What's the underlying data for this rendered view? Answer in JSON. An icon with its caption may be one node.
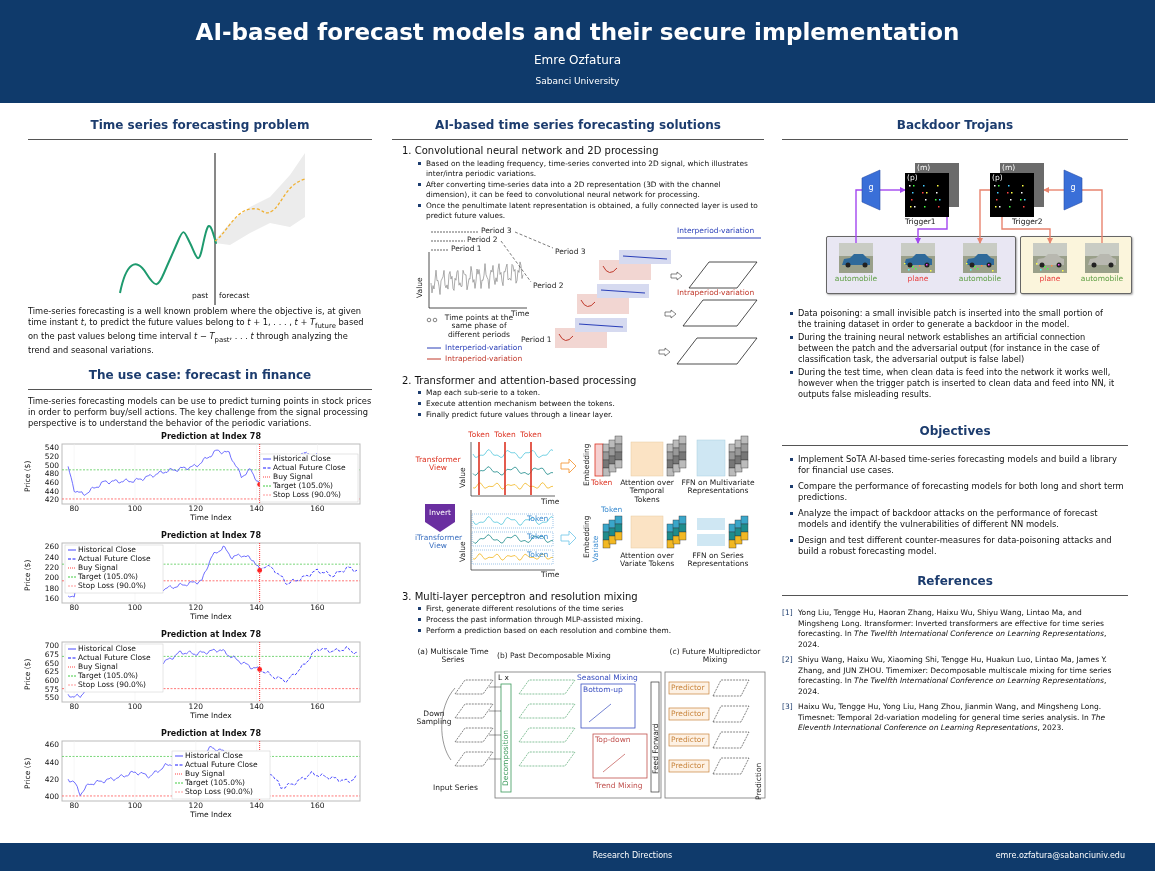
{
  "diagram": {
    "title": "AI-based forecast models and their secure implementation",
    "nodes": [
      {
        "text": [
          "g"
        ]
      },
      {
        "text": [
          "(m)",
          "(p)"
        ],
        "beside": [
          "Trigger1"
        ]
      },
      {
        "text": [
          "(m)",
          "(p)"
        ],
        "beside": [
          "Trigger2"
        ]
      },
      {
        "text": [
          "g"
        ]
      },
      {
        "text": [],
        "shape": "box"
      },
      {
        "text": [],
        "shape": "picture",
        "beside": [
          "automobile"
        ],
        "in": 4
      },
      {
        "text": [],
        "shape": "picture",
        "beside": [
          "plane"
        ],
        "in": 4
      },
      {
        "text": [],
        "shape": "picture",
        "beside": [
          "automobile"
        ],
        "in": 4
      },
      {
        "text": [],
        "shape": "box"
      },
      {
        "text": [],
        "shape": "picture",
        "beside": [
          "plane"
        ],
        "in": 8
      },
      {
        "text": [],
        "shape": "picture",
        "beside": [
          "automobile"
        ],
        "in": 8
      }
    ],
    "edges": [
      {
        "from": 5,
        "to": 0,
        "arrow": "none",
        "color": "#a347f0"
      },
      {
        "from": 0,
        "to": 1,
        "arrow": "to",
        "color": "#a347f0"
      },
      {
        "from": 1,
        "to": 6,
        "arrow": "to",
        "color": "#a347f0"
      },
      {
        "from": 2,
        "to": 7,
        "arrow": "to",
        "color": "#e8846f"
      },
      {
        "from": 2,
        "to": 9,
        "arrow": "to",
        "color": "#e8846f"
      },
      {
        "from": 10,
        "to": 3,
        "arrow": "none",
        "color": "#e8846f"
      },
      {
        "from": 3,
        "to": 2,
        "arrow": "to",
        "color": "#e8846f"
      }
    ],
    "labels": [
      "Emre Ozfatura",
      "Sabanci University",
      "Time series forecasting problem",
      "past",
      "forecast",
      "Time-series forecasting is a well known problem where the objective is, at given time instant *t*, to predict the future values belong to *t* + 1, . . . , *t* + *T*$_{future}$ based on the past values belong time interval *t* − *T*$_{past}$, . . . *t* through analyzing the trend and seasonal variations.",
      "The use case: forecast in finance",
      "Time-series forecasting models can be use to predict turning points in stock prices in order to perform buy/sell actions. The key challenge from the signal processing perspective is to understand the behavior of the periodic variations.",
      "Prediction at Index 78",
      "Price ($)",
      "540",
      "520",
      "500",
      "480",
      "460",
      "440",
      "420",
      "80",
      "100",
      "120",
      "140",
      "160",
      "Time Index",
      "Historical Close",
      "Actual Future Close",
      "Buy Signal",
      "Target (105.0%)",
      "Stop Loss (90.0%)",
      "Prediction at Index 78",
      "Price ($)",
      "260",
      "240",
      "220",
      "200",
      "180",
      "160",
      "80",
      "100",
      "120",
      "140",
      "160",
      "Time Index",
      "Historical Close",
      "Actual Future Close",
      "Buy Signal",
      "Target (105.0%)",
      "Stop Loss (90.0%)",
      "Prediction at Index 78",
      "Price ($)",
      "700",
      "675",
      "650",
      "625",
      "600",
      "575",
      "550",
      "80",
      "100",
      "120",
      "140",
      "160",
      "Time Index",
      "Historical Close",
      "Actual Future Close",
      "Buy Signal",
      "Target (105.0%)",
      "Stop Loss (90.0%)",
      "Prediction at Index 78",
      "Price ($)",
      "460",
      "440",
      "420",
      "400",
      "80",
      "100",
      "120",
      "140",
      "160",
      "Time Index",
      "Historical Close",
      "Actual Future Close",
      "Buy Signal",
      "Target (105.0%)",
      "Stop Loss (90.0%)",
      "AI-based time series forecasting solutions",
      "1. Convolutional neural network and 2D processing",
      "Based on the leading frequency, time-series converted into 2D signal, which illustrates inter/intra periodic variations.",
      "After converting time-series data into a 2D representation (3D with the channel dimension), it can be feed to convolutional neural network for processing.",
      "Once the penultimate latent representation is obtained, a fully connected layer is used to predict future values.",
      "Period 3",
      "Period 2",
      "Period 1",
      "Value",
      "Time",
      "Period 3",
      "Period 2",
      "Period 1",
      "Time points at the same phase of different periods",
      "Interperiod-variation",
      "Intraperiod-variation",
      "Interperiod-variation",
      "Intraperiod-variation",
      "2. Transformer and attention-based processing",
      "Map each sub-serie to a token.",
      "Execute attention mechanism between the tokens.",
      "Finally predict future values through a linear layer.",
      "Value",
      "Token",
      "Token",
      "Token",
      "Transformer View",
      "Time",
      "Invert",
      "Value",
      "iTransformer View",
      "Token",
      "Token",
      "Token",
      "Time",
      "Embedding",
      "Token",
      "Attention over Temporal Tokens",
      "FFN on Multivariate Representations",
      "Embedding",
      "Token",
      "Variate",
      "Attention over Variate Tokens",
      "FFN on Series Representations",
      "3. Multi-layer perceptron and resolution mixing",
      "First, generate different resolutions of the time series",
      "Process the past information through MLP-assisted mixing.",
      "Perform a prediction based on each resolution and combine them.",
      "(a) Multiscale Time Series",
      "(b) Past Decomposable Mixing",
      "(c) Future Multipredictor Mixing",
      "L x",
      "Down Sampling",
      "Input Series",
      "Decomposition",
      "Seasonal Mixing",
      "Bottom-up",
      "Top-down",
      "Trend Mixing",
      "Feed Forward",
      "Predictor",
      "Predictor",
      "Predictor",
      "Predictor",
      "Prediction",
      "Backdoor Trojans",
      "Data poisoning: a small invisible patch is inserted into the small portion of the training dataset in order to generate a backdoor in the model.",
      "During the training neural network establishes an artificial connection between the patch and the adversarial output (for instance in the case of classification task, the adversarial output is false label)",
      "During the test time, when clean data is feed into the network it works well, however when the trigger patch is inserted to clean data and feed into NN, it outputs false misleading results.",
      "Objectives",
      "Implement SoTA AI-based time-series forecasting models and build a library for financial use cases.",
      "Compare the performance of forecasting models for both long and short term predictions.",
      "Analyze the impact of backdoor attacks on the performance of forecast models and identify the vulnerabilities of different NN models.",
      "Design and test different counter-measures for data-poisoning attacks and build a robust forecasting model.",
      "References",
      "[1]",
      "Yong Liu, Tengge Hu, Haoran Zhang, Haixu Wu, Shiyu Wang, Lintao Ma, and Mingsheng Long. Itransformer: Inverted transformers are effective for time series forecasting. In *The Twelfth International Conference on Learning Representations*, 2024.",
      "[2]",
      "Shiyu Wang, Haixu Wu, Xiaoming Shi, Tengge Hu, Huakun Luo, Lintao Ma, James Y. Zhang, and JUN ZHOU. Timemixer: Decomposable multiscale mixing for time series forecasting. In *The Twelfth International Conference on Learning Representations*, 2024.",
      "[3]",
      "Haixu Wu, Tengge Hu, Yong Liu, Hang Zhou, Jianmin Wang, and Mingsheng Long. Timesnet: Temporal 2d-variation modeling for general time series analysis. In *The Eleventh International Conference on Learning Representations*, 2023.",
      "Research Directions",
      "emre.ozfatura@sabanciuniv.edu"
    ]
  }
}
